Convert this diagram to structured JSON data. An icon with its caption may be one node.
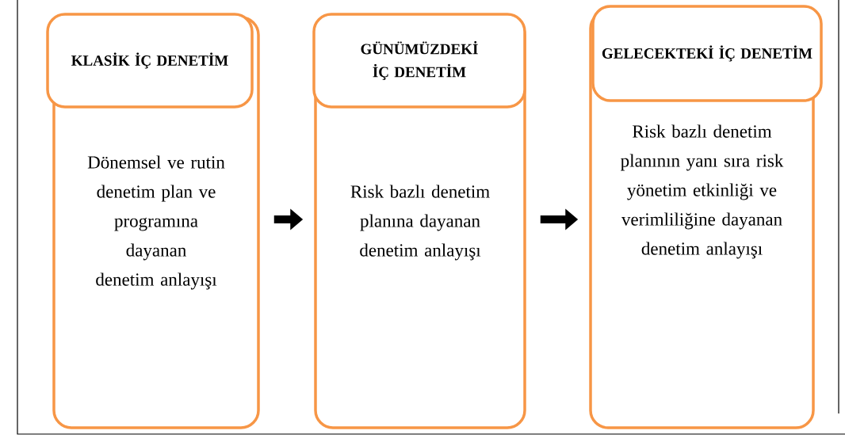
{
  "diagram": {
    "nodes": [
      {
        "text": [
          "Dönemsel ve rutin denetim plan ve programına dayanan denetim anlayışı"
        ]
      },
      {
        "text": [
          "KLASİK İÇ DENETİM"
        ],
        "in": 0
      },
      {
        "text": [
          "Risk bazlı denetim planına dayanan denetim anlayışı"
        ]
      },
      {
        "text": [
          "GÜNÜMÜZDEKİ İÇ DENETİM"
        ],
        "in": 2
      },
      {
        "text": [
          "Risk bazlı denetim planının yanı sıra risk yönetim etkinliği ve verimliliğine dayanan denetim anlayışı"
        ]
      },
      {
        "text": [
          "GELECEKTEKİ İÇ DENETİM"
        ],
        "in": 4
      }
    ],
    "edges": [
      {
        "from": 0,
        "to": 2,
        "arrow": "to"
      },
      {
        "from": 2,
        "to": 4,
        "arrow": "to"
      }
    ]
  }
}
